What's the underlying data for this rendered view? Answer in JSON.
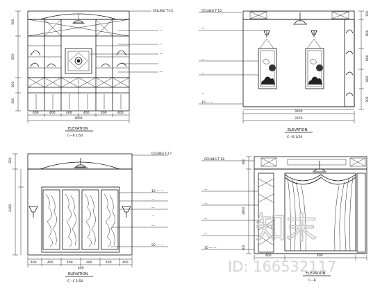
{
  "watermark": {
    "glyphs": "知末",
    "id_text": "ID: 166532117"
  },
  "elevations": [
    {
      "key": "A",
      "title": "ELEVATION",
      "sub": "C—B  1/50",
      "callouts": [
        "CEILING  T-15",
        "—",
        "—",
        "—",
        "—"
      ],
      "dims_bottom": [
        "400",
        "400",
        "400",
        "400",
        "400",
        "400"
      ],
      "dim_total": "3600",
      "dims_side": [
        "300",
        "800",
        "800",
        "300"
      ]
    },
    {
      "key": "B",
      "title": "ELEVATION",
      "sub": "C—B  1/50",
      "callouts": [
        "CEILING  T-15",
        "—",
        "—",
        "—",
        "—",
        "10 — —"
      ],
      "dims_bottom": [
        "3600"
      ],
      "dim_total": "3070",
      "dims_side": [
        "300",
        "800",
        "800",
        "800",
        "300"
      ]
    },
    {
      "key": "C",
      "title": "ELEVATION",
      "sub": "C—C  1/50",
      "callouts": [
        "CEILING  T-17",
        "10 — —",
        "—",
        "—",
        "—",
        "—",
        "50 — —"
      ],
      "dims_bottom": [
        "400",
        "400",
        "400",
        "400",
        "400",
        "400",
        "400"
      ],
      "dim_total": "",
      "dims_side": [
        "300",
        "2400"
      ]
    },
    {
      "key": "D",
      "title": "ELEVATION",
      "sub": "C—B",
      "callouts": [
        "CEILING  T-18",
        "—",
        "—",
        "—",
        "—",
        "10 — —"
      ],
      "dims_bottom": [
        "400",
        "400"
      ],
      "dim_total": "",
      "dims_side": [
        "300",
        "2800",
        "300"
      ]
    }
  ]
}
